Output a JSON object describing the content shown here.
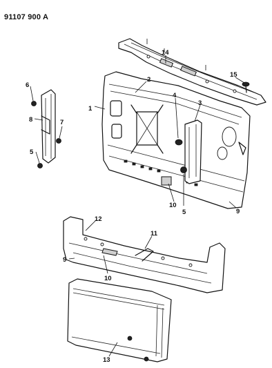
{
  "document_id": "91107 900 A",
  "callouts": [
    "1",
    "2",
    "3",
    "4",
    "5",
    "5",
    "6",
    "7",
    "8",
    "9",
    "9",
    "10",
    "10",
    "11",
    "12",
    "13",
    "14",
    "15"
  ]
}
